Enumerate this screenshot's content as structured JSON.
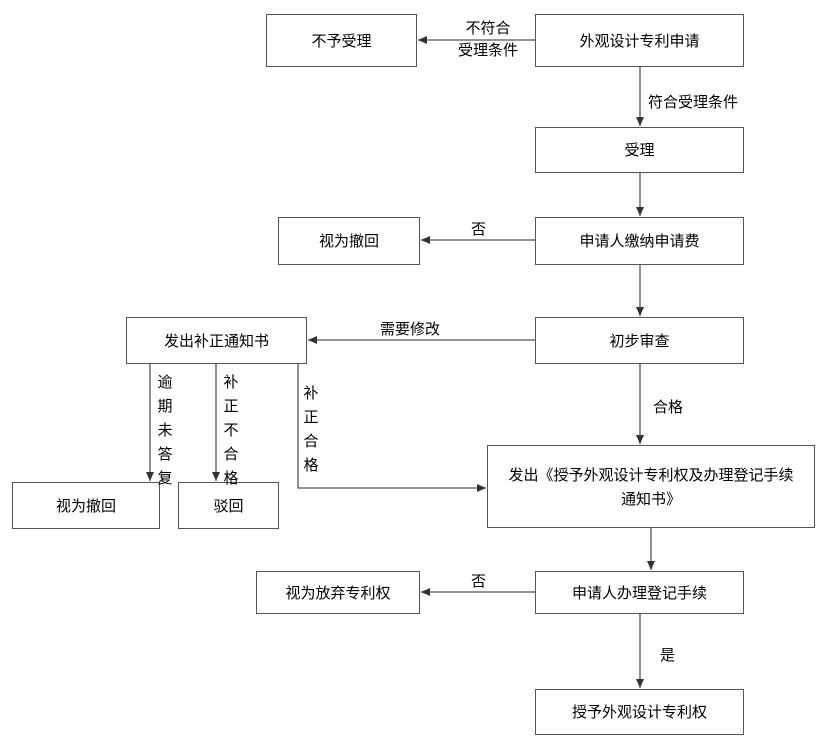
{
  "nodes": {
    "apply": "外观设计专利申请",
    "reject_accept": "不予受理",
    "accept": "受理",
    "pay_fee": "申请人缴纳申请费",
    "withdrawn_1": "视为撤回",
    "prelim_exam": "初步审查",
    "correction_notice": "发出补正通知书",
    "withdrawn_2": "视为撤回",
    "rejected": "驳回",
    "grant_notice_line1": "发出《授予外观设计专利权及办理登记手续",
    "grant_notice_line2": "通知书》",
    "register": "申请人办理登记手续",
    "abandon": "视为放弃专利权",
    "granted": "授予外观设计专利权"
  },
  "edges": {
    "not_meet_line1": "不符合",
    "not_meet_line2": "受理条件",
    "meet": "符合受理条件",
    "no_1": "否",
    "need_revision": "需要修改",
    "qualified": "合格",
    "overdue": "逾期未答复",
    "correction_fail": "补正不合格",
    "correction_pass": "补正合格",
    "no_2": "否",
    "yes": "是"
  }
}
